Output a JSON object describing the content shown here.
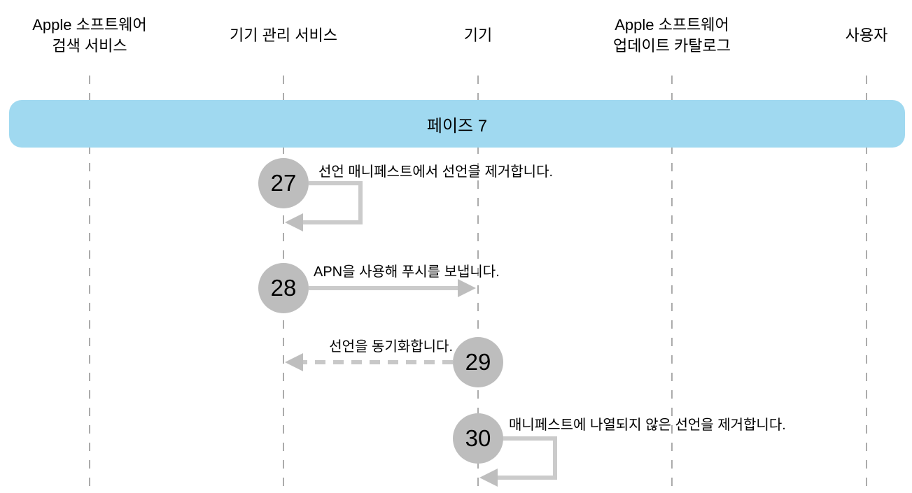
{
  "diagram": {
    "kind": "sequence-diagram",
    "actors": [
      {
        "name": "Apple 소프트웨어\n검색 서비스"
      },
      {
        "name": "기기 관리 서비스"
      },
      {
        "name": "기기"
      },
      {
        "name": "Apple 소프트웨어\n업데이트 카탈로그"
      },
      {
        "name": "사용자"
      }
    ],
    "phase_banner": {
      "label": "페이즈 7",
      "color": "#A0D9F0"
    },
    "steps": [
      {
        "number": "27",
        "label": "선언 매니페스트에서 선언을 제거합니다.",
        "type": "self-loop",
        "actor": "기기 관리 서비스",
        "line_style": "solid"
      },
      {
        "number": "28",
        "label": "APN을 사용해 푸시를 보냅니다.",
        "type": "message",
        "from": "기기 관리 서비스",
        "to": "기기",
        "line_style": "solid"
      },
      {
        "number": "29",
        "label": "선언을 동기화합니다.",
        "type": "message",
        "from": "기기",
        "to": "기기 관리 서비스",
        "line_style": "dashed"
      },
      {
        "number": "30",
        "label": "매니페스트에 나열되지 않은 선언을 제거합니다.",
        "type": "self-loop",
        "actor": "기기",
        "line_style": "solid"
      }
    ],
    "colors": {
      "banner_fill": "#A0D9F0",
      "step_badge_fill": "#BDBDBD",
      "arrow_line": "#CBCBCB",
      "arrowhead_fill": "#BEBEBE",
      "lifeline": "#ABABAB",
      "text": "#000000",
      "background": "#FFFFFF"
    }
  }
}
